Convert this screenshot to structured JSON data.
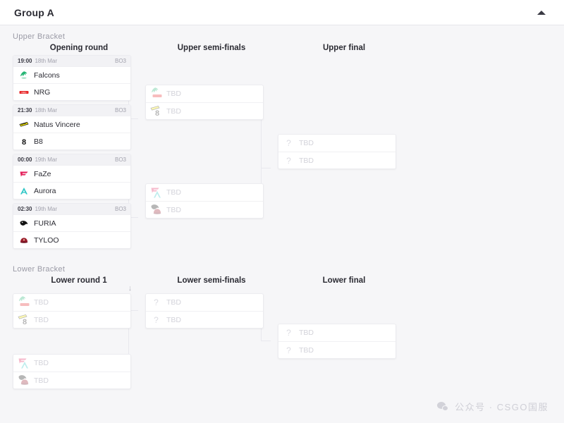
{
  "header": {
    "title": "Group A",
    "collapse_icon": "chevron-up-icon"
  },
  "brackets": {
    "upper": {
      "label": "Upper Bracket",
      "round_headers": [
        "Opening round",
        "Upper semi-finals",
        "Upper final"
      ],
      "opening_round": [
        {
          "time": "19:00",
          "date": "18th Mar",
          "format": "BO3",
          "teams": [
            {
              "name": "Falcons",
              "logo": "falcons-logo"
            },
            {
              "name": "NRG",
              "logo": "nrg-logo"
            }
          ]
        },
        {
          "time": "21:30",
          "date": "18th Mar",
          "format": "BO3",
          "teams": [
            {
              "name": "Natus Vincere",
              "logo": "navi-logo"
            },
            {
              "name": "B8",
              "logo": "b8-logo"
            }
          ]
        },
        {
          "time": "00:00",
          "date": "19th Mar",
          "format": "BO3",
          "teams": [
            {
              "name": "FaZe",
              "logo": "faze-logo"
            },
            {
              "name": "Aurora",
              "logo": "aurora-logo"
            }
          ]
        },
        {
          "time": "02:30",
          "date": "19th Mar",
          "format": "BO3",
          "teams": [
            {
              "name": "FURIA",
              "logo": "furia-logo"
            },
            {
              "name": "TYLOO",
              "logo": "tyloo-logo"
            }
          ]
        }
      ],
      "semi_finals": [
        {
          "teams": [
            {
              "name": "TBD",
              "logo": "falcons-nrg-placeholder"
            },
            {
              "name": "TBD",
              "logo": "navi-b8-placeholder"
            }
          ]
        },
        {
          "teams": [
            {
              "name": "TBD",
              "logo": "faze-aurora-placeholder"
            },
            {
              "name": "TBD",
              "logo": "furia-tyloo-placeholder"
            }
          ]
        }
      ],
      "final": [
        {
          "teams": [
            {
              "name": "TBD",
              "logo": "question-mark-icon"
            },
            {
              "name": "TBD",
              "logo": "question-mark-icon"
            }
          ]
        }
      ]
    },
    "lower": {
      "label": "Lower Bracket",
      "round_headers": [
        "Lower round 1",
        "Lower semi-finals",
        "Lower final"
      ],
      "round1": [
        {
          "teams": [
            {
              "name": "TBD",
              "logo": "falcons-nrg-placeholder"
            },
            {
              "name": "TBD",
              "logo": "navi-b8-placeholder"
            }
          ]
        },
        {
          "teams": [
            {
              "name": "TBD",
              "logo": "faze-aurora-placeholder"
            },
            {
              "name": "TBD",
              "logo": "furia-tyloo-placeholder"
            }
          ]
        }
      ],
      "semi_finals": [
        {
          "teams": [
            {
              "name": "TBD",
              "logo": "question-mark-icon"
            },
            {
              "name": "TBD",
              "logo": "question-mark-icon"
            }
          ]
        }
      ],
      "final": [
        {
          "teams": [
            {
              "name": "TBD",
              "logo": "question-mark-icon"
            },
            {
              "name": "TBD",
              "logo": "question-mark-icon"
            }
          ]
        }
      ]
    }
  },
  "watermark": {
    "icon": "wechat-icon",
    "text": "公众号 · CSGO国服"
  },
  "colors": {
    "background": "#f6f6f8",
    "card": "#ffffff",
    "meta_bar": "#f2f2f5",
    "text": "#2b2b33",
    "muted": "#9b9ba6",
    "tbd": "#d3d3da",
    "connector": "#e8e8ee"
  }
}
